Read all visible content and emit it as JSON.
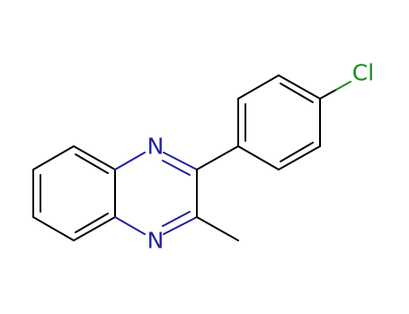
{
  "molecule": {
    "atoms": {
      "n_top": "N",
      "n_bottom": "N",
      "chlorine": "Cl"
    }
  },
  "colors": {
    "bond": "#000000",
    "nitrogen": "#1f1fa0",
    "chlorine": "#1a8a1a",
    "background": "#ffffff"
  }
}
